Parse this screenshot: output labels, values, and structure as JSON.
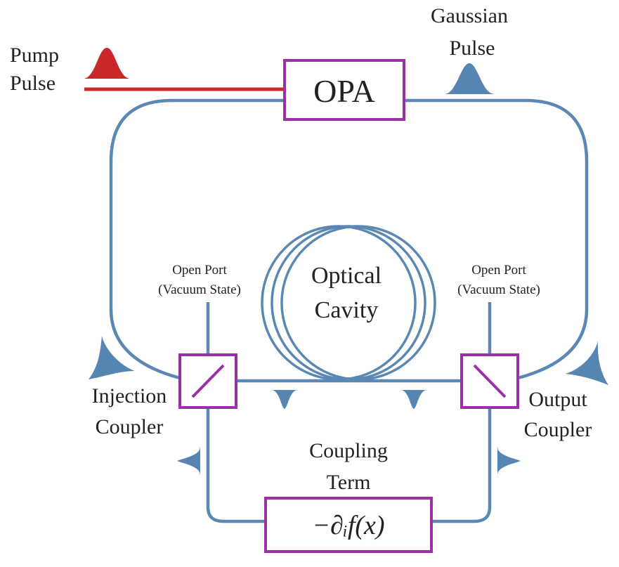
{
  "colors": {
    "fiber": "#5b87b3",
    "pulse": "#5585b0",
    "pump": "#c82828",
    "box": "#9b30a6",
    "text": "#222222"
  },
  "labels": {
    "pump_line1": "Pump",
    "pump_line2": "Pulse",
    "gaussian_line1": "Gaussian",
    "gaussian_line2": "Pulse",
    "opa": "OPA",
    "open_port_left_line1": "Open Port",
    "open_port_left_line2": "(Vacuum State)",
    "open_port_right_line1": "Open Port",
    "open_port_right_line2": "(Vacuum State)",
    "cavity_line1": "Optical",
    "cavity_line2": "Cavity",
    "injection_line1": "Injection",
    "injection_line2": "Coupler",
    "output_line1": "Output",
    "output_line2": "Coupler",
    "coupling_line1": "Coupling",
    "coupling_line2": "Term",
    "formula": "−∂ᵢf(x)"
  },
  "icons": [
    "gaussian-pulse-icon",
    "beam-splitter-icon"
  ]
}
